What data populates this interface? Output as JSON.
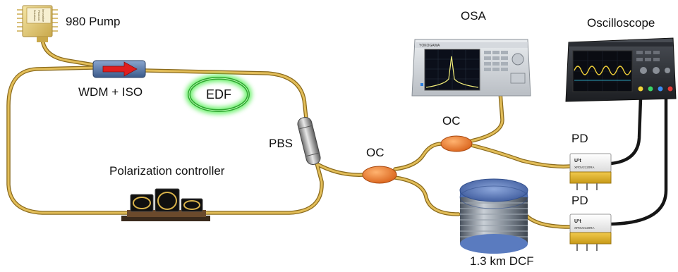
{
  "labels": {
    "pump": "980 Pump",
    "wdm_iso": "WDM + ISO",
    "edf": "EDF",
    "pbs": "PBS",
    "polarization_controller": "Polarization controller",
    "oc_lower": "OC",
    "oc_upper": "OC",
    "osa": "OSA",
    "oscilloscope": "Oscilloscope",
    "pd_upper": "PD",
    "pd_lower": "PD",
    "dcf": "1.3 km DCF"
  },
  "pump_chip_text": [
    "Innovative",
    "Photonic",
    "Solutions"
  ],
  "osa_brand": "YOKOGAWA",
  "pd_logo": "U²t",
  "pd_model": "XPDV2120RA",
  "colors": {
    "fiber": "#d8b24a",
    "fiber_dark": "#8a6a1c",
    "coupler": "#ee7a22",
    "cable": "#1a1a1a",
    "edf_glow": "#39d13a",
    "dcf_spool": "#5a7bbf",
    "iso_arrow": "#e01e1e"
  }
}
